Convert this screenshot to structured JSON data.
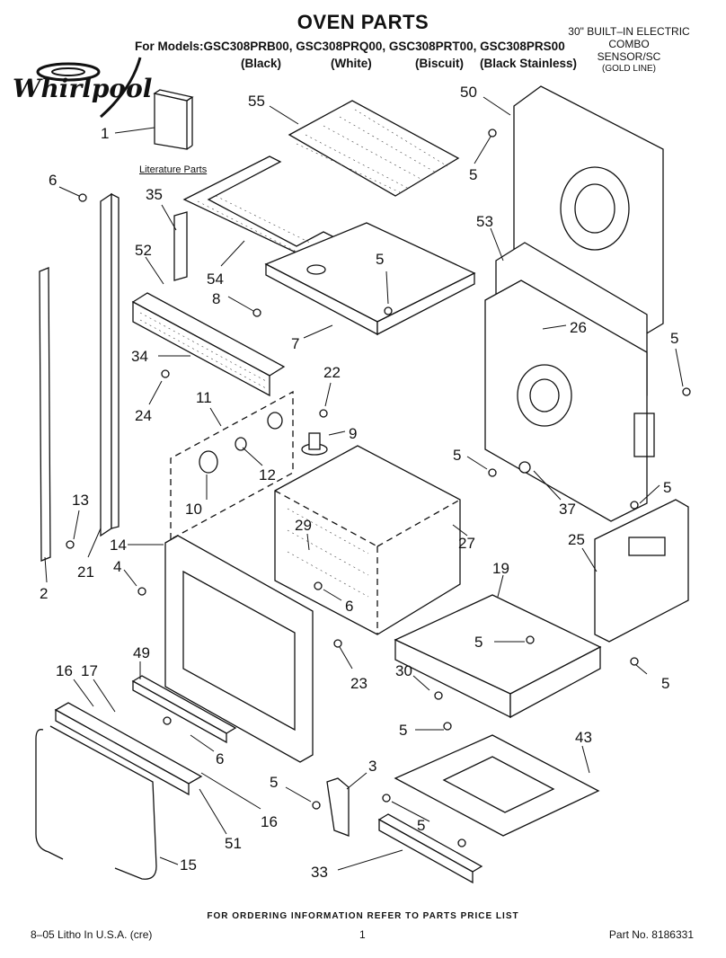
{
  "header": {
    "title": "OVEN PARTS",
    "models": "For Models:GSC308PRB00, GSC308PRQ00, GSC308PRT00, GSC308PRS00",
    "colors": [
      "(Black)",
      "(White)",
      "(Biscuit)",
      "(Black Stainless)"
    ],
    "product_note": [
      "30\" BUILT–IN ELECTRIC",
      "COMBO",
      "SENSOR/SC",
      "(GOLD LINE)"
    ],
    "brand": "Whirlpool",
    "literature_label": "Literature Parts"
  },
  "callouts": [
    "1",
    "55",
    "50",
    "6",
    "35",
    "5",
    "52",
    "54",
    "53",
    "8",
    "5",
    "26",
    "5",
    "34",
    "7",
    "22",
    "24",
    "11",
    "9",
    "12",
    "5",
    "37",
    "10",
    "13",
    "29",
    "27",
    "25",
    "14",
    "5",
    "4",
    "19",
    "6",
    "21",
    "2",
    "5",
    "49",
    "23",
    "30",
    "5",
    "16",
    "17",
    "6",
    "5",
    "43",
    "3",
    "5",
    "16",
    "51",
    "5",
    "33",
    "15"
  ],
  "footer": {
    "ordering": "FOR ORDERING INFORMATION REFER TO PARTS PRICE LIST",
    "litho": "8–05 Litho In U.S.A. (cre)",
    "page": "1",
    "part_no": "Part No. 8186331"
  }
}
